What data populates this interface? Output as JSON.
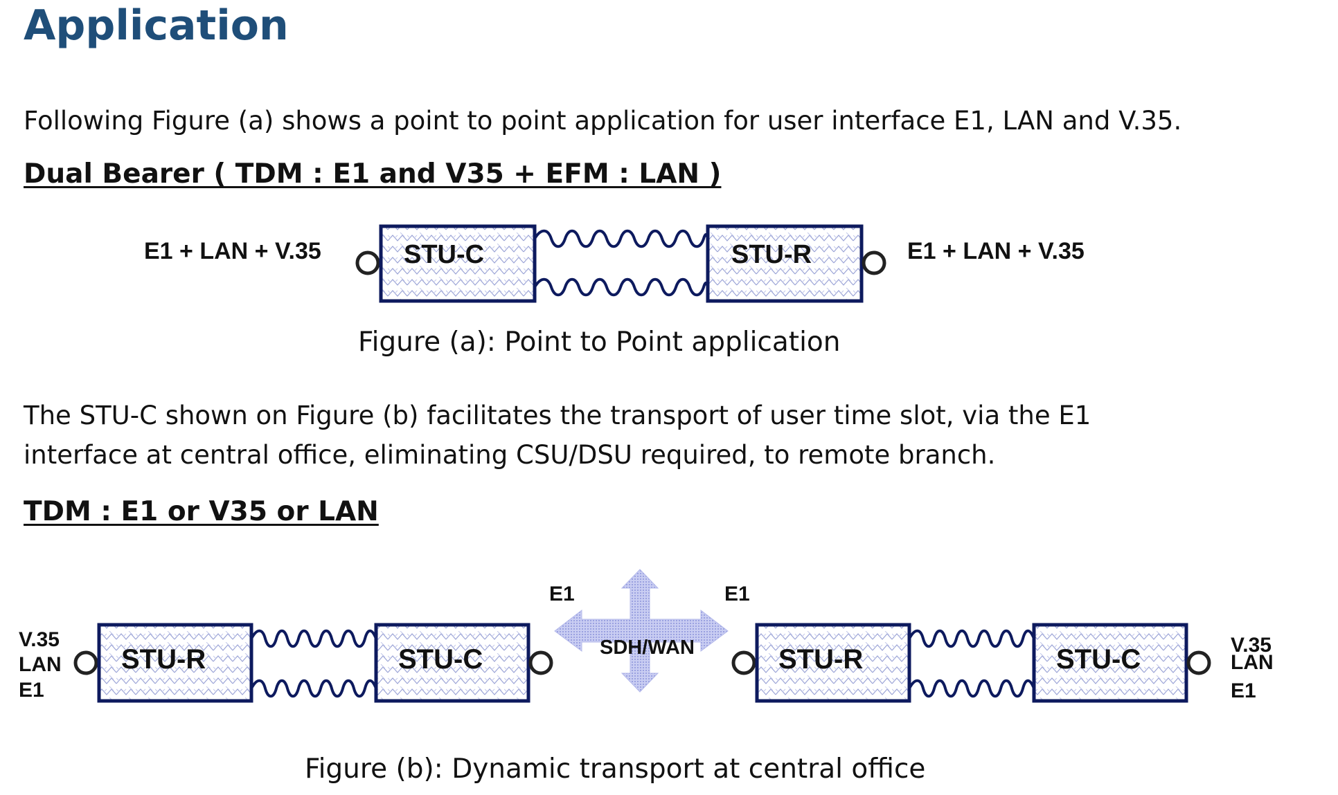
{
  "title": "Application",
  "intro": "Following Figure (a) shows a point to point application for user interface E1, LAN and V.35.",
  "section1": {
    "heading": "Dual Bearer ( TDM : E1 and V35 + EFM : LAN )",
    "left_label": "E1 + LAN + V.35",
    "right_label": "E1 + LAN + V.35",
    "box_left": "STU-C",
    "box_right": "STU-R",
    "caption": "Figure (a): Point to Point application"
  },
  "para2": {
    "line1": "The STU-C shown on Figure (b) facilitates the transport of user time slot, via the E1",
    "line2": "interface at central office, eliminating CSU/DSU required, to remote branch."
  },
  "section2": {
    "heading": "TDM : E1 or V35 or LAN",
    "left_ports": [
      "V.35",
      "LAN",
      "E1"
    ],
    "right_ports": [
      "V.35",
      "LAN",
      "E1"
    ],
    "box1": "STU-R",
    "box2": "STU-C",
    "box3": "STU-R",
    "box4": "STU-C",
    "e1_left": "E1",
    "e1_right": "E1",
    "network": "SDH/WAN",
    "caption": "Figure (b): Dynamic transport at central office"
  },
  "colors": {
    "title": "#1f4e79",
    "box_stroke": "#0d1a5e",
    "hatch": "#9aa3d6",
    "arrow": "#a9b0e6"
  }
}
